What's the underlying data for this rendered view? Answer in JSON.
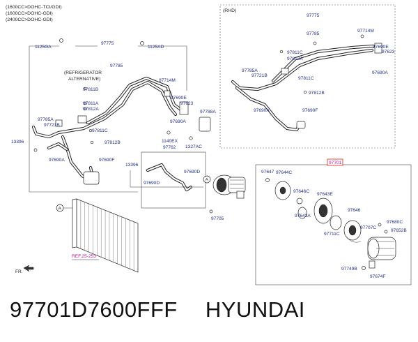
{
  "engine_notes": [
    "(1600CC>DOHC-TCI/GDI)",
    "(1600CC>DOHC-GDI)",
    "(2400CC>DOHC-GDI)"
  ],
  "rhd_label": "(RHD)",
  "alt_label_line1": "(REFRIGERATOR",
  "alt_label_line2": "ALTERNATIVE)",
  "ref_label": "REF.25-253",
  "fr_label": "FR.",
  "circle_a": "A",
  "highlight_part": "97701",
  "footer": {
    "part_number": "97701D7600FFF",
    "brand": "HYUNDAI"
  },
  "callouts": {
    "c1125ga": "1125GA",
    "c97775": "97775",
    "c1125ad": "1125AD",
    "c97785": "97785",
    "c97811b": "97811B",
    "c97714m": "97714M",
    "c97811a": "97811A",
    "c97812a": "97812A",
    "c97690e": "97690E",
    "c97623": "97623",
    "c97785a": "97785A",
    "c97721b": "97721B",
    "c97788a": "97788A",
    "c97690a": "97690A",
    "c97811c": "97811C",
    "c1140ex": "1140EX",
    "c13396a": "13396",
    "c97812b": "97812B",
    "c1327ac": "1327AC",
    "c97690a2": "97690A",
    "c97690f": "97690F",
    "c97762": "97762",
    "c13396b": "13396",
    "c97690d": "97690D",
    "c97690d2": "97690D",
    "c97705": "97705",
    "r97775": "97775",
    "r97785": "97785",
    "r97714m": "97714M",
    "r97690e": "97690E",
    "r97811c": "97811C",
    "r97623": "97623",
    "r97812a": "97812A",
    "r97785a": "97785A",
    "r97721b": "97721B",
    "r97690a": "97690A",
    "r97811c2": "97811C",
    "r97812b": "97812B",
    "r97690a2": "97690A",
    "r97690f": "97690F",
    "k97647": "97647",
    "k97644c": "97644C",
    "k97646c": "97646C",
    "k97643e": "97643E",
    "k97643a": "97643A",
    "k97646": "97646",
    "k97680c": "97680C",
    "k97707c": "97707C",
    "k97652b": "97652B",
    "k97711c": "97711C",
    "k97749b": "97749B",
    "k97674f": "97674F"
  }
}
